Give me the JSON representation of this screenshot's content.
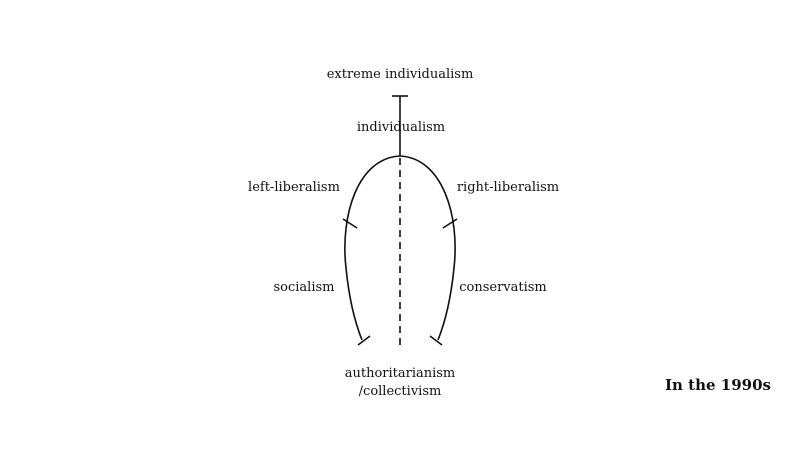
{
  "labels": {
    "extreme_individualism": "extreme individualism",
    "individualism": "individualism",
    "left_liberalism": "left-liberalism",
    "right_liberalism": "right-liberalism",
    "socialism": "socialism",
    "conservatism": "conservatism",
    "authoritarianism_line1": "authoritarianism",
    "authoritarianism_line2": "/collectivism"
  },
  "caption": "In the 1990s",
  "colors": {
    "ink": "#111111",
    "background": "#ffffff"
  }
}
